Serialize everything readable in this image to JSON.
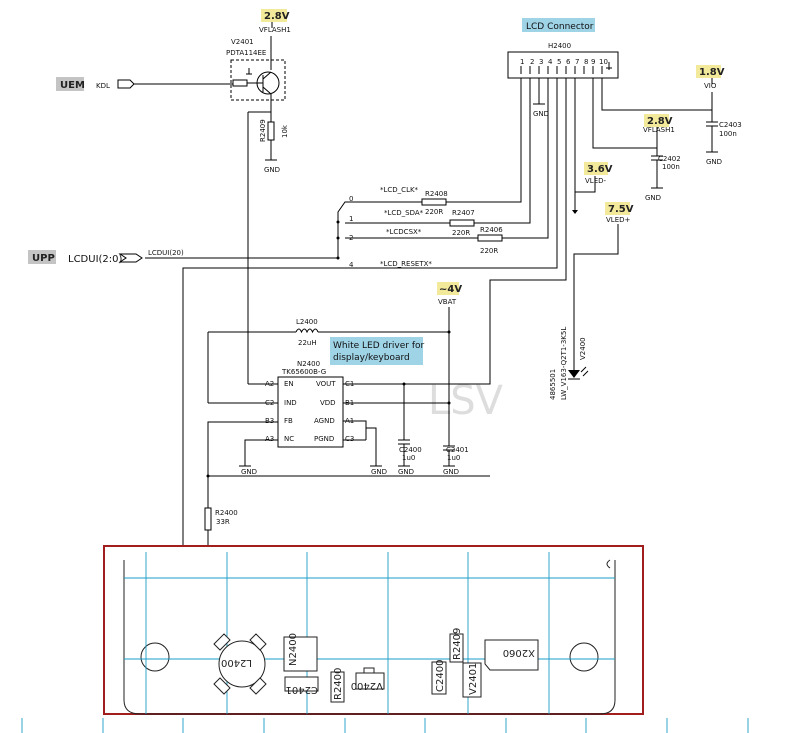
{
  "labels": {
    "lcd_connector": "LCD Connector",
    "white_led_driver_line1": "White LED driver for",
    "white_led_driver_line2": "display/keyboard",
    "uem": "UEM",
    "upp": "UPP",
    "watermark": "LSV"
  },
  "voltages": {
    "v28_top": "2.8V",
    "v18": "1.8V",
    "v28_right": "2.8V",
    "v36": "3.6V",
    "v75": "7.5V",
    "v4": "~4V"
  },
  "nets": {
    "vflash1_top": "VFLASH1",
    "vio": "VIO",
    "vflash1_right": "VFLASH1",
    "vled_minus": "VLED-",
    "vled_plus": "VLED+",
    "vbat": "VBAT",
    "kdl": "KDL",
    "lcdui": "LCDUI(2:0)",
    "lcdui_bus": "LCDUI(20)",
    "lcd_clk": "*LCD_CLK*",
    "lcd_sda": "*LCD_SDA*",
    "lcdcsx": "*LCDCSX*",
    "lcd_resetx": "*LCD_RESETX*",
    "gnd": "GND"
  },
  "bus_indices": [
    "0",
    "1",
    "2",
    "4"
  ],
  "components": {
    "v2401": "V2401",
    "pdta": "PDTA114EE",
    "r2409": "R2409",
    "r2409_val": "10k",
    "h2400": "H2400",
    "connector_pins": [
      "1",
      "2",
      "3",
      "4",
      "5",
      "6",
      "7",
      "8",
      "9",
      "10"
    ],
    "c2403": "C2403",
    "c2403_val": "100n",
    "c2402": "C2402",
    "c2402_val": "100n",
    "r2408": "R2408",
    "r2408_val": "220R",
    "r2407": "R2407",
    "r2407_val": "220R",
    "r2406": "R2406",
    "r2406_val": "220R",
    "l2400": "L2400",
    "l2400_val": "22uH",
    "n2400": "N2400",
    "n2400_part": "TK65600B-G",
    "c2400": "C2400",
    "c2400_val": "1u0",
    "c2401": "C2401",
    "c2401_val": "1u0",
    "r2400": "R2400",
    "r2400_val": "33R",
    "v2400": "V2400",
    "led_part": "4865501",
    "led_part2": "LW_V163-Q2T1-3K5L"
  },
  "ic_pins": {
    "left": [
      {
        "ball": "A2",
        "name": "EN"
      },
      {
        "ball": "C2",
        "name": "IND"
      },
      {
        "ball": "B3",
        "name": "FB"
      },
      {
        "ball": "A3",
        "name": "NC"
      }
    ],
    "right": [
      {
        "name": "VOUT",
        "ball": "C1"
      },
      {
        "name": "VDD",
        "ball": "B1"
      },
      {
        "name": "AGND",
        "ball": "A1"
      },
      {
        "name": "PGND",
        "ball": "C3"
      }
    ]
  },
  "pcb": {
    "l2400": "L2400",
    "n2400": "N2400",
    "c2401": "C2401",
    "r2400": "R2400",
    "v2400": "V2400",
    "c2400": "C2400",
    "r2409": "R2409",
    "v2401": "V2401",
    "x2060": "X2060"
  },
  "colors": {
    "voltage_tag": "#f3e99a",
    "section_tag": "#9fd3e6",
    "io_tag": "#c4c4c4",
    "pcb_frame": "#a01e1e",
    "pcb_grid": "#1a9dc8"
  }
}
